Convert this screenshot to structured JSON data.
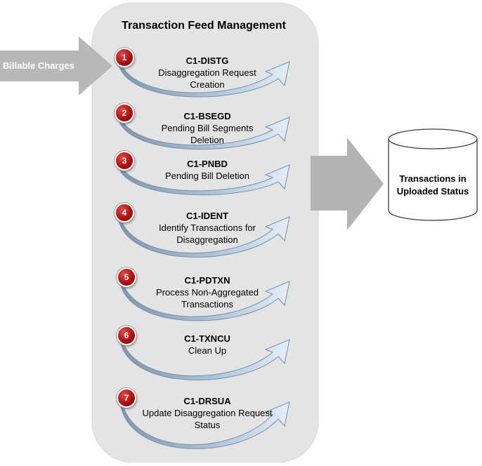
{
  "diagram": {
    "title": "Transaction Feed Management",
    "input_label": "Billable Charges",
    "output_label": "Transactions in Uploaded Status"
  },
  "steps": [
    {
      "number": "1",
      "code": "C1-DISTG",
      "description": "Disaggregation Request Creation",
      "lines": [
        "Disaggregation Request",
        "Creation"
      ]
    },
    {
      "number": "2",
      "code": "C1-BSEGD",
      "description": "Pending Bill Segments Deletion",
      "lines": [
        "Pending Bill Segments",
        "Deletion"
      ]
    },
    {
      "number": "3",
      "code": "C1-PNBD",
      "description": "Pending Bill Deletion",
      "lines": [
        "Pending Bill Deletion"
      ]
    },
    {
      "number": "4",
      "code": "C1-IDENT",
      "description": "Identify Transactions for Disaggregation",
      "lines": [
        "Identify Transactions for",
        "Disaggregation"
      ]
    },
    {
      "number": "5",
      "code": "C1-PDTXN",
      "description": "Process Non-Aggregated Transactions",
      "lines": [
        "Process Non-Aggregated",
        "Transactions"
      ]
    },
    {
      "number": "6",
      "code": "C1-TXNCU",
      "description": "Clean Up",
      "lines": [
        "Clean Up"
      ]
    },
    {
      "number": "7",
      "code": "C1-DRSUA",
      "description": "Update Disaggregation Request Status",
      "lines": [
        "Update Disaggregation Request",
        "Status"
      ]
    }
  ],
  "colors": {
    "panel": "#e4e4e4",
    "arrow_gray": "#b4b4b4",
    "badge_red": "#b01010",
    "curve_dark": "#a8b8c8",
    "curve_light": "#dce8f4"
  }
}
